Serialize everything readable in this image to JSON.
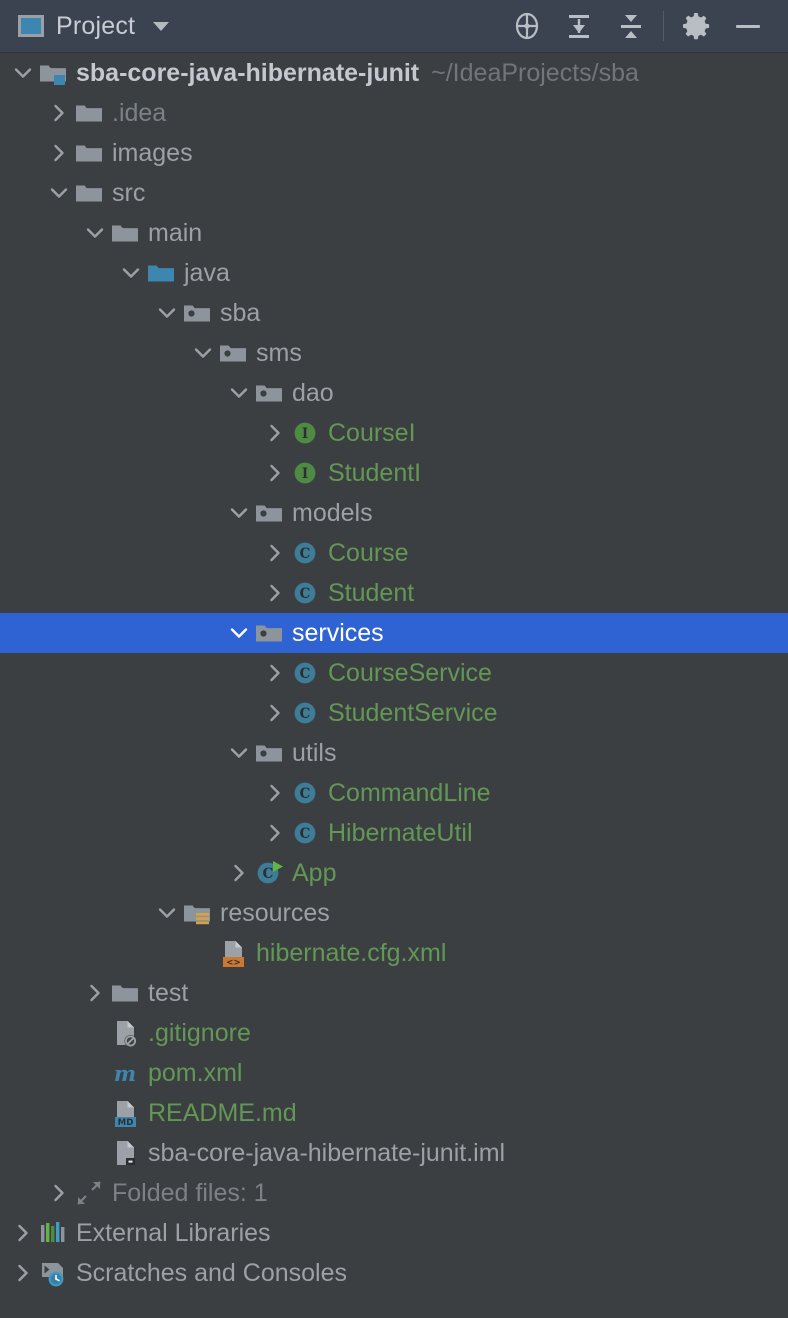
{
  "header": {
    "tool_window_icon": "project-window-icon",
    "title": "Project",
    "dropdown_icon": "chevron-down-icon",
    "actions": [
      {
        "name": "locate-in-tree-icon",
        "tooltip": "Select Opened File"
      },
      {
        "name": "expand-all-icon",
        "tooltip": "Expand All"
      },
      {
        "name": "collapse-all-icon",
        "tooltip": "Collapse All"
      },
      {
        "name": "gear-icon",
        "tooltip": "Options"
      },
      {
        "name": "minimize-icon",
        "tooltip": "Hide"
      }
    ]
  },
  "colors": {
    "tree_background": "#3c3f41",
    "header_background": "#3c4350",
    "selection_blue": "#2f63d4",
    "vcs_added_green": "#629755",
    "class_icon_blue": "#3e7d97",
    "interface_icon_green": "#4f8a44",
    "source_root_blue": "#3d86b0",
    "xml_badge_orange": "#cc7832",
    "resource_badge_orange": "#d9a343",
    "md_badge_blue": "#3d86b0",
    "maven_m_blue": "#3d86b0",
    "text_default": "#a9b0b6",
    "text_dim": "#7b8287"
  },
  "tree": {
    "nodes": [
      {
        "label": "sba-core-java-hibernate-junit",
        "path_hint": "~/IdeaProjects/sba",
        "depth": 0,
        "arrow": "expanded",
        "icon": "module-folder-icon",
        "style": "bold",
        "selected": false
      },
      {
        "label": ".idea",
        "path_hint": "",
        "depth": 1,
        "arrow": "collapsed",
        "icon": "folder-icon",
        "style": "dim",
        "selected": false
      },
      {
        "label": "images",
        "path_hint": "",
        "depth": 1,
        "arrow": "collapsed",
        "icon": "folder-icon",
        "style": "grey",
        "selected": false
      },
      {
        "label": "src",
        "path_hint": "",
        "depth": 1,
        "arrow": "expanded",
        "icon": "folder-icon",
        "style": "grey",
        "selected": false
      },
      {
        "label": "main",
        "path_hint": "",
        "depth": 2,
        "arrow": "expanded",
        "icon": "folder-icon",
        "style": "grey",
        "selected": false
      },
      {
        "label": "java",
        "path_hint": "",
        "depth": 3,
        "arrow": "expanded",
        "icon": "source-root-folder-icon",
        "style": "grey",
        "selected": false
      },
      {
        "label": "sba",
        "path_hint": "",
        "depth": 4,
        "arrow": "expanded",
        "icon": "package-icon",
        "style": "grey",
        "selected": false
      },
      {
        "label": "sms",
        "path_hint": "",
        "depth": 5,
        "arrow": "expanded",
        "icon": "package-icon",
        "style": "grey",
        "selected": false
      },
      {
        "label": "dao",
        "path_hint": "",
        "depth": 6,
        "arrow": "expanded",
        "icon": "package-icon",
        "style": "grey",
        "selected": false
      },
      {
        "label": "CourseI",
        "path_hint": "",
        "depth": 7,
        "arrow": "collapsed",
        "icon": "interface-icon",
        "style": "green",
        "selected": false
      },
      {
        "label": "StudentI",
        "path_hint": "",
        "depth": 7,
        "arrow": "collapsed",
        "icon": "interface-icon",
        "style": "green",
        "selected": false
      },
      {
        "label": "models",
        "path_hint": "",
        "depth": 6,
        "arrow": "expanded",
        "icon": "package-icon",
        "style": "grey",
        "selected": false
      },
      {
        "label": "Course",
        "path_hint": "",
        "depth": 7,
        "arrow": "collapsed",
        "icon": "class-icon",
        "style": "green",
        "selected": false
      },
      {
        "label": "Student",
        "path_hint": "",
        "depth": 7,
        "arrow": "collapsed",
        "icon": "class-icon",
        "style": "green",
        "selected": false
      },
      {
        "label": "services",
        "path_hint": "",
        "depth": 6,
        "arrow": "expanded",
        "icon": "package-icon",
        "style": "sel",
        "selected": true
      },
      {
        "label": "CourseService",
        "path_hint": "",
        "depth": 7,
        "arrow": "collapsed",
        "icon": "class-icon",
        "style": "green",
        "selected": false
      },
      {
        "label": "StudentService",
        "path_hint": "",
        "depth": 7,
        "arrow": "collapsed",
        "icon": "class-icon",
        "style": "green",
        "selected": false
      },
      {
        "label": "utils",
        "path_hint": "",
        "depth": 6,
        "arrow": "expanded",
        "icon": "package-icon",
        "style": "grey",
        "selected": false
      },
      {
        "label": "CommandLine",
        "path_hint": "",
        "depth": 7,
        "arrow": "collapsed",
        "icon": "class-icon",
        "style": "green",
        "selected": false
      },
      {
        "label": "HibernateUtil",
        "path_hint": "",
        "depth": 7,
        "arrow": "collapsed",
        "icon": "class-icon",
        "style": "green",
        "selected": false
      },
      {
        "label": "App",
        "path_hint": "",
        "depth": 6,
        "arrow": "collapsed",
        "icon": "runnable-class-icon",
        "style": "green",
        "selected": false
      },
      {
        "label": "resources",
        "path_hint": "",
        "depth": 4,
        "arrow": "expanded",
        "icon": "resource-root-folder-icon",
        "style": "grey",
        "selected": false
      },
      {
        "label": "hibernate.cfg.xml",
        "path_hint": "",
        "depth": 5,
        "arrow": "none",
        "icon": "xml-file-icon",
        "style": "green",
        "selected": false
      },
      {
        "label": "test",
        "path_hint": "",
        "depth": 2,
        "arrow": "collapsed",
        "icon": "folder-icon",
        "style": "grey",
        "selected": false
      },
      {
        "label": ".gitignore",
        "path_hint": "",
        "depth": 2,
        "arrow": "none",
        "icon": "gitignore-file-icon",
        "style": "green",
        "selected": false
      },
      {
        "label": "pom.xml",
        "path_hint": "",
        "depth": 2,
        "arrow": "none",
        "icon": "maven-pom-icon",
        "style": "green",
        "selected": false
      },
      {
        "label": "README.md",
        "path_hint": "",
        "depth": 2,
        "arrow": "none",
        "icon": "markdown-file-icon",
        "style": "green",
        "selected": false
      },
      {
        "label": "sba-core-java-hibernate-junit.iml",
        "path_hint": "",
        "depth": 2,
        "arrow": "none",
        "icon": "iml-file-icon",
        "style": "grey",
        "selected": false
      },
      {
        "label": "Folded files: 1",
        "path_hint": "",
        "depth": 1,
        "arrow": "collapsed",
        "icon": "folded-files-icon",
        "style": "dim",
        "selected": false
      },
      {
        "label": "External Libraries",
        "path_hint": "",
        "depth": 0,
        "arrow": "collapsed",
        "icon": "external-libraries-icon",
        "style": "grey",
        "selected": false
      },
      {
        "label": "Scratches and Consoles",
        "path_hint": "",
        "depth": 0,
        "arrow": "collapsed",
        "icon": "scratches-icon",
        "style": "grey",
        "selected": false
      }
    ]
  }
}
